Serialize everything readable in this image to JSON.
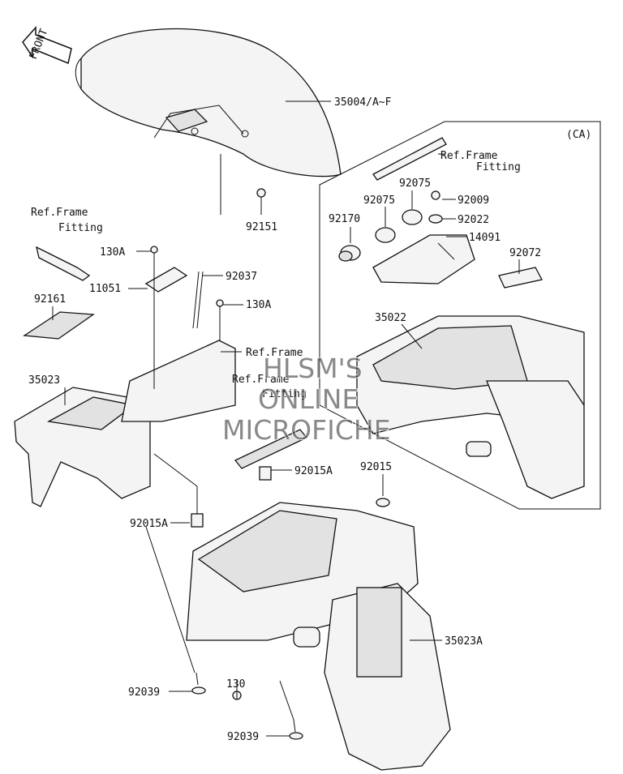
{
  "front_badge": "FRONT",
  "variant_box_label": "(CA)",
  "watermark": [
    "HLSM'S",
    "ONLINE",
    "MICROFICHE"
  ],
  "labels": {
    "p35004": "35004/A~F",
    "p92151": "92151",
    "ref1_a": "Ref.Frame",
    "ref1_b": "Fitting",
    "p92075a": "92075",
    "p92075b": "92075",
    "p92009": "92009",
    "p92170": "92170",
    "p92022": "92022",
    "p14091": "14091",
    "p92072": "92072",
    "ref2_a": "Ref.Frame",
    "ref2_b": "Fitting",
    "p130A_1": "130A",
    "p92037": "92037",
    "p11051": "11051",
    "p130A_2": "130A",
    "p92161": "92161",
    "p35022": "35022",
    "ref3": "Ref.Frame",
    "ref4_a": "Ref.Frame",
    "ref4_b": "Fitting",
    "p35023": "35023",
    "p92015A_1": "92015A",
    "p92015": "92015",
    "p92015A_2": "92015A",
    "p35023A": "35023A",
    "p130": "130",
    "p92039_1": "92039",
    "p92039_2": "92039"
  }
}
